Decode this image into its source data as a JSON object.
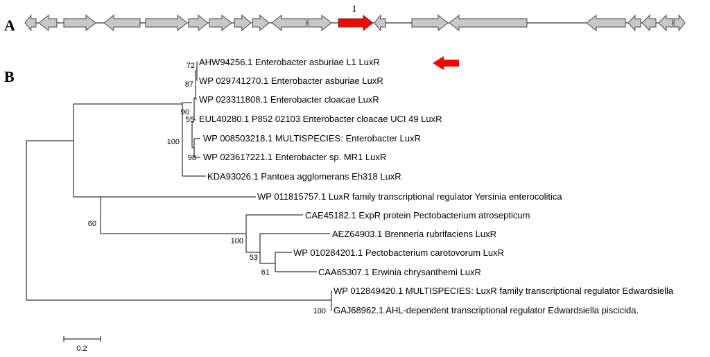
{
  "panel_a": {
    "label": "A",
    "highlight_number": "1",
    "genes": [
      {
        "dir": "left",
        "hl": false
      },
      {
        "dir": "left",
        "hl": false
      },
      {
        "dir": "right",
        "hl": false
      },
      {
        "dir": "left",
        "hl": false
      },
      {
        "dir": "right",
        "hl": false
      },
      {
        "dir": "right",
        "hl": false
      },
      {
        "dir": "right",
        "hl": false
      },
      {
        "dir": "right",
        "hl": false
      },
      {
        "dir": "right",
        "hl": false
      },
      {
        "dir": "left",
        "hl": false
      },
      {
        "dir": "right",
        "hl": false
      },
      {
        "dir": "right",
        "hl": true
      },
      {
        "dir": "left",
        "hl": false
      },
      {
        "dir": "right",
        "hl": false
      },
      {
        "dir": "left",
        "hl": false
      },
      {
        "dir": "left",
        "hl": false
      },
      {
        "dir": "left",
        "hl": false
      },
      {
        "dir": "left",
        "hl": false
      },
      {
        "dir": "left",
        "hl": false
      },
      {
        "dir": "right",
        "hl": false
      }
    ]
  },
  "panel_b": {
    "label": "B",
    "leaves": [
      "AHW94256.1 Enterobacter asburiae L1 LuxR",
      "WP 029741270.1 Enterobacter asburiae LuxR",
      "WP 023311808.1 Enterobacter cloacae LuxR",
      "EUL40280.1 P852 02103 Enterobacter cloacae UCI 49 LuxR",
      "WP 008503218.1 MULTISPECIES: Enterobacter LuxR",
      "WP 023617221.1 Enterobacter sp. MR1 LuxR",
      "KDA93026.1 Pantoea agglomerans Eh318 LuxR",
      "WP 011815757.1 LuxR family transcriptional regulator Yersinia enterocolitica",
      "CAE45182.1 ExpR protein Pectobacterium atrosepticum",
      "AEZ64903.1 Brenneria rubrifaciens LuxR",
      "WP 010284201.1 Pectobacterium carotovorum LuxR",
      "CAA65307.1 Erwinia chrysanthemi LuxR",
      "WP 012849420.1 MULTISPECIES: LuxR family transcriptional regulator Edwardsiella",
      "GAJ68962.1 AHL-dependent transcriptional regulator Edwardsiella piscicida."
    ],
    "bootstrap": [
      "72",
      "87",
      "90",
      "55",
      "100",
      "98",
      "60",
      "100",
      "53",
      "61",
      "100"
    ],
    "scale_label": "0.2",
    "highlight_color": "#ff0000"
  }
}
